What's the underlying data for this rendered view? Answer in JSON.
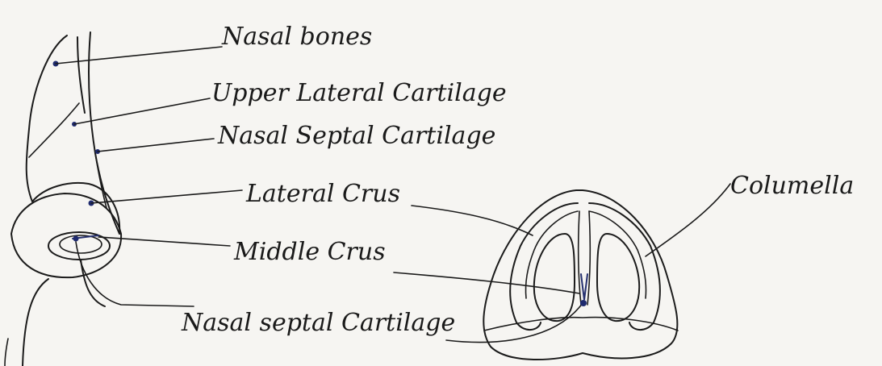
{
  "labels": {
    "nasal_bones": "Nasal bones",
    "upper_lateral_cartilage": "Upper Lateral Cartilage",
    "nasal_septal_cartilage_top": "Nasal Septal Cartilage",
    "lateral_crus": "Lateral Crus",
    "middle_crus": "Middle Crus",
    "nasal_septal_cartilage_bottom": "Nasal septal Cartilage",
    "columella": "Columella"
  },
  "colors": {
    "ink": "#1b1b1b",
    "marker": "#1e2a6e",
    "paper": "#f6f5f2"
  }
}
